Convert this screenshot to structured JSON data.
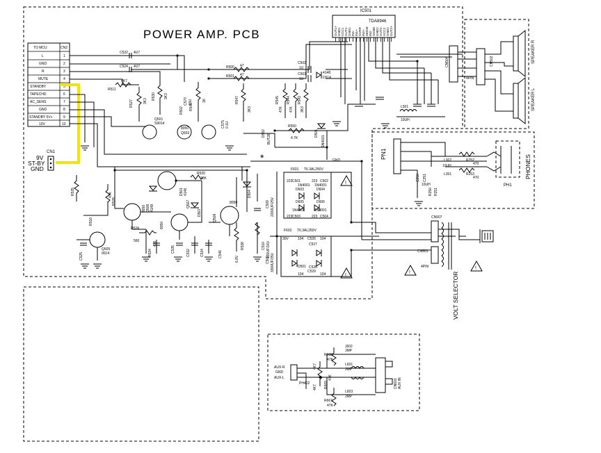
{
  "title": "POWER AMP. PCB",
  "ic_ref": "IC501",
  "ic_part": "TDA8946",
  "ic_pins": [
    "OUT1+",
    "GND1",
    "VCC1",
    "OUT1-",
    "GND1",
    "IN1-",
    "IN1+",
    "SVRR",
    "IN2+",
    "MODE",
    "IN2-",
    "SGND",
    "GND2",
    "OUT2-",
    "VCC2",
    "GND2",
    "OUT2+"
  ],
  "cn2": {
    "header": [
      "TO MCU",
      "CN2"
    ],
    "rows": [
      {
        "label": "L",
        "num": "1"
      },
      {
        "label": "GND",
        "num": "2"
      },
      {
        "label": "R",
        "num": "3"
      },
      {
        "label": "MUTE",
        "num": "4"
      },
      {
        "label": "STANDBY",
        "num": "5"
      },
      {
        "label": "TAPECHD",
        "num": "6"
      },
      {
        "label": "AC_SENS",
        "num": "7"
      },
      {
        "label": "GND",
        "num": "8"
      },
      {
        "label": "STANDBY 5V+",
        "num": "9"
      },
      {
        "label": "10V",
        "num": "10"
      }
    ]
  },
  "cn1": {
    "ref": "CN1",
    "lines": [
      "9V",
      "ST-BY",
      "GND"
    ]
  },
  "speakers": {
    "right": "SPEAKER R",
    "left": "SPEAKER L",
    "conn": "CN502",
    "conn2": "CN504",
    "pin": "4PIN"
  },
  "phones": {
    "label": "PHONES",
    "ph": "PH1",
    "pn": "PN1",
    "parts": [
      "L302",
      "L301",
      "R252",
      "R253",
      "470",
      "470",
      "C250",
      "C251",
      "R250",
      "R251",
      "10UH",
      "10UH"
    ]
  },
  "volt_selector": {
    "label": "VOLT SELECTOR",
    "cn507": "CN507",
    "cn501": "CN501",
    "pin": "4PIN"
  },
  "aux": {
    "lines": [
      "AUX-R",
      "GND",
      "AUX-L"
    ],
    "ph": "PH402",
    "parts": [
      "J602",
      "JMP",
      "L601",
      "JMP",
      "L603",
      "JMP",
      "R668",
      "47K",
      "R669",
      "47K",
      "R667",
      "47K",
      "4K7",
      "4K7",
      "AUX IN",
      "CN601"
    ]
  },
  "psu": {
    "fuse1": "F601",
    "fuse1_val": "T6.3AL250V",
    "fuse2": "F602",
    "fuse2_val": "T6.3AL250V",
    "diodes": [
      "D603",
      "D604",
      "D605",
      "D606",
      "1N4001",
      "1N4001",
      "1N4001",
      "1N4001",
      "D501",
      "1N4001"
    ],
    "caps": [
      "223",
      "223",
      "223",
      "223",
      "C501",
      "C502",
      "C503",
      "C504",
      "104",
      "104",
      "104",
      "104",
      "C526",
      "C527",
      "C529",
      "C528"
    ],
    "bulk": [
      "C509",
      "2200UF/25V",
      "C509",
      "3300UF/35V",
      "C510",
      "100UF/16V"
    ],
    "volts": [
      "30V",
      "GND",
      "30V"
    ]
  },
  "parts_top": [
    {
      "ref": "C522",
      "val": "4U7"
    },
    {
      "ref": "C524",
      "val": "4U7"
    },
    {
      "ref": "R500",
      "val": "47"
    },
    {
      "ref": "R501",
      "val": "47"
    },
    {
      "ref": "C502",
      "val": "1U"
    },
    {
      "ref": "C503",
      "val": "1U"
    },
    {
      "ref": "R511",
      "val": "4K7"
    },
    {
      "ref": "R527",
      "val": "3K3"
    },
    {
      "ref": "R530",
      "val": "3K3"
    },
    {
      "ref": "R546",
      "val": "1K"
    },
    {
      "ref": "R545",
      "val": "47K"
    },
    {
      "ref": "R544",
      "val": "47K"
    },
    {
      "ref": "R543",
      "val": "3K3"
    },
    {
      "ref": "R547",
      "val": "3K3"
    },
    {
      "ref": "4148",
      "val": "D514"
    },
    {
      "ref": "L501",
      "val": "10UH"
    },
    {
      "ref": "R550",
      "val": "4.7K"
    },
    {
      "ref": "D502",
      "val": "BUT28"
    },
    {
      "ref": "D501",
      "val": "1N4001"
    },
    {
      "ref": "R502",
      "val": "3K3"
    },
    {
      "ref": "C570",
      "val": "10U"
    },
    {
      "ref": "C575",
      "val": "0.1U"
    }
  ],
  "transistors": [
    {
      "ref": "Q501",
      "val": "S9014"
    },
    {
      "ref": "Q502",
      "val": "8050"
    },
    {
      "ref": "Q503",
      "val": "8050"
    },
    {
      "ref": "Q504",
      "val": "8050"
    },
    {
      "ref": "Q505",
      "val": "9014"
    },
    {
      "ref": "Q506",
      "val": "8550"
    },
    {
      "ref": "Q507",
      "val": "8050"
    },
    {
      "ref": "Q508",
      "val": "8050"
    },
    {
      "ref": "Q509",
      "val": "8050"
    }
  ],
  "parts_mid": [
    {
      "ref": "R520",
      "val": "10K"
    },
    {
      "ref": "D501",
      "val": "4148"
    },
    {
      "ref": "D504",
      "val": "4148"
    },
    {
      "ref": "D506",
      "val": "4148"
    },
    {
      "ref": "D507",
      "val": "15V"
    },
    {
      "ref": "R524",
      "val": "560"
    },
    {
      "ref": "R528",
      "val": "47K"
    },
    {
      "ref": "R534",
      "val": "470"
    },
    {
      "ref": "R529",
      "val": "10K"
    },
    {
      "ref": "C535",
      "val": "0.1U"
    },
    {
      "ref": "C532",
      "val": "10U"
    },
    {
      "ref": "C534",
      "val": "0.1U"
    },
    {
      "ref": "C546",
      "val": "10U"
    },
    {
      "ref": "R535",
      "val": "4K7"
    },
    {
      "ref": "C525",
      "val": "1U"
    },
    {
      "ref": "R518",
      "val": "47K"
    },
    {
      "ref": "R538",
      "val": "1K"
    },
    {
      "ref": "ZD502",
      "val": "6.8V"
    },
    {
      "ref": "GND",
      "val": ""
    }
  ],
  "marks": [
    "*",
    "!",
    "!",
    "!",
    "!"
  ]
}
